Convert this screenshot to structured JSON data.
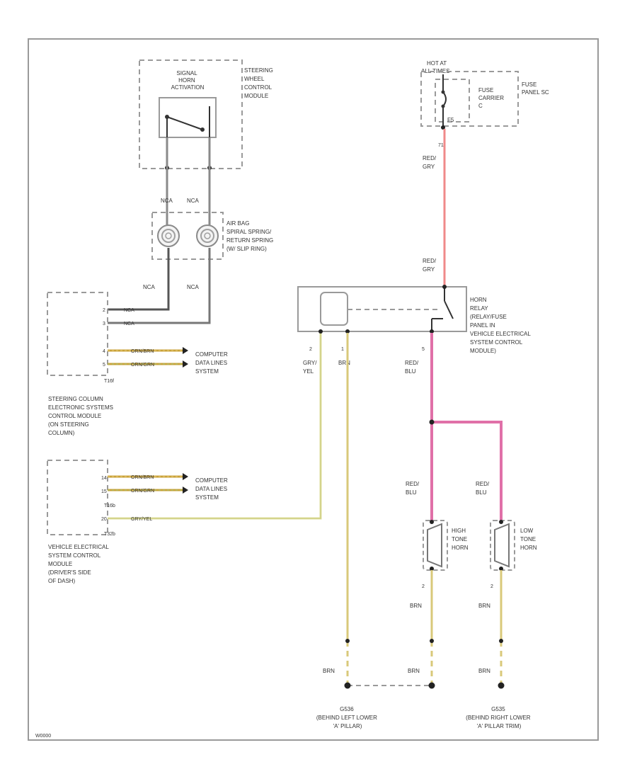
{
  "diagram": {
    "components": {
      "steering_wheel_module": {
        "lines": [
          "STEERING",
          "WHEEL",
          "CONTROL",
          "MODULE"
        ]
      },
      "signal_horn_activation": {
        "lines": [
          "SIGNAL",
          "HORN",
          "ACTIVATION"
        ]
      },
      "clock_spring": {
        "lines": [
          "AIR BAG",
          "SPIRAL SPRING/",
          "RETURN SPRING",
          "(W/ SLIP RING)"
        ]
      },
      "fuse_panel": {
        "hot_at": [
          "HOT AT",
          "ALL TIMES"
        ],
        "fuse": [
          "FUSE",
          "CARRIER",
          "C"
        ],
        "panel": [
          "FUSE",
          "PANEL SC"
        ],
        "fuse_no": "F5",
        "pin": "71"
      },
      "horn_relay": {
        "lines": [
          "HORN",
          "RELAY",
          "(RELAY/FUSE",
          "PANEL IN",
          "VEHICLE ELECTRICAL",
          "SYSTEM CONTROL",
          "MODULE)"
        ]
      },
      "steering_column_module": {
        "lines": [
          "STEERING COLUMN",
          "ELECTRONIC SYSTEMS",
          "CONTROL MODULE",
          "(ON STEERING",
          "COLUMN)"
        ],
        "connector": "T16f"
      },
      "vehicle_electrical_module": {
        "lines": [
          "VEHICLE ELECTRICAL",
          "SYSTEM CONTROL",
          "MODULE",
          "(DRIVER'S SIDE",
          "OF DASH)"
        ],
        "connector_a": "T16b",
        "connector_b": "T32b"
      },
      "high_tone_horn": {
        "lines": [
          "HIGH",
          "TONE",
          "HORN"
        ]
      },
      "low_tone_horn": {
        "lines": [
          "LOW",
          "TONE",
          "HORN"
        ]
      },
      "ground_left": {
        "lines": [
          "G536",
          "(BEHIND LEFT LOWER",
          "'A' PILLAR)"
        ]
      },
      "ground_right": {
        "lines": [
          "G535",
          "(BEHIND RIGHT LOWER",
          "'A' PILLAR TRIM)"
        ]
      }
    },
    "wires": {
      "nca": "NCA",
      "red_gry": [
        "RED/",
        "GRY"
      ],
      "red_blu": [
        "RED/",
        "BLU"
      ],
      "gry_yel": [
        "GRY/",
        "YEL"
      ],
      "brn": "BRN",
      "orn_brn": "ORN/BRN",
      "orn_grn": "ORN/GRN",
      "gry_yel_inline": "GRY/YEL",
      "nca_inline": "NCA"
    },
    "pins": {
      "relay_2": "2",
      "relay_1": "1",
      "relay_5": "5",
      "horn_2_a": "2",
      "horn_2_b": "2",
      "sc_2a": "2",
      "sc_3": "3",
      "sc_4": "4",
      "sc_5": "5",
      "vm_14": "14",
      "vm_15": "15",
      "vm_20": "20"
    },
    "data_lines": [
      "COMPUTER",
      "DATA LINES",
      "SYSTEM"
    ],
    "footer_code": "W0000"
  }
}
